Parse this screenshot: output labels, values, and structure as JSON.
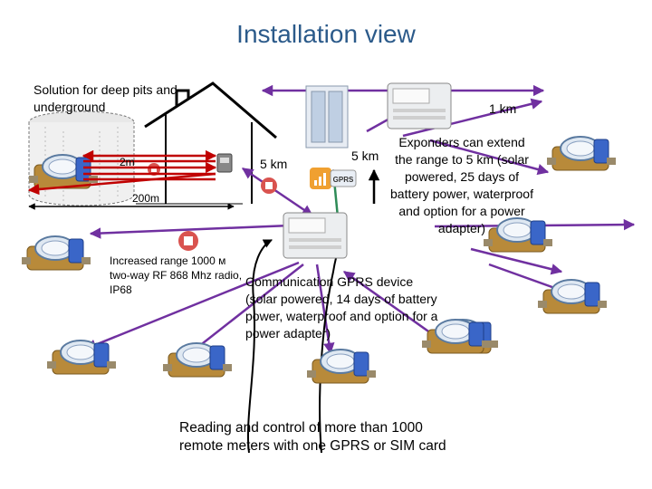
{
  "title": "Installation view",
  "labels": {
    "deep_pits": "Solution for deep pits and underground",
    "dist_2m": "2m",
    "dist_200m": "200m",
    "dist_5km_left": "5 km",
    "dist_5km_mid": "5 km",
    "dist_1km": "1 km",
    "exponders": "Exponders can extend the range to 5 km (solar powered, 25 days of battery power, waterproof and option for a power adapter)",
    "increased_range": "Increased range 1000 м two-way RF 868 Mhz radio, IP68",
    "gprs_device": "Communication GPRS device (solar powered, 14 days of battery power, waterproof and option for a power adapter)",
    "reading_control": "Reading and control of more than 1000 remote meters with one GPRS or SIM card",
    "gprs_badge": "GPRS"
  },
  "colors": {
    "title": "#2b5a8a",
    "red_arrow": "#c00000",
    "purple_arrow": "#7030a0",
    "dark_line": "#000000"
  }
}
